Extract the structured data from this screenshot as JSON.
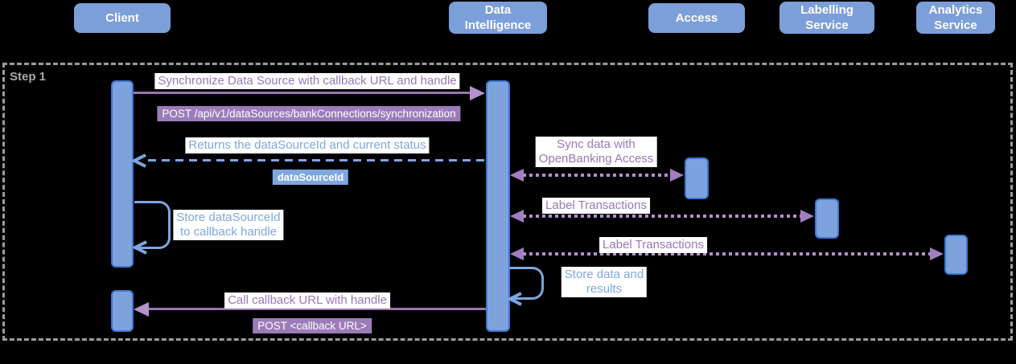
{
  "participants": [
    {
      "label": "Client"
    },
    {
      "label": "Data Intelligence"
    },
    {
      "label": "Access"
    },
    {
      "label": "Labelling Service"
    },
    {
      "label": "Analytics Service"
    }
  ],
  "frame": {
    "label": "Step 1"
  },
  "messages": {
    "sync_request": "Synchronize Data Source with callback URL and handle",
    "sync_endpoint": "POST /api/v1/dataSources/bankConnections/synchronization",
    "sync_response": "Returns the dataSourceId and current status",
    "sync_response_badge": "dataSourceId",
    "store_datasource_line1": "Store dataSourceId",
    "store_datasource_line2": "to callback handle",
    "sync_access_line1": "Sync data with",
    "sync_access_line2": "OpenBanking Access",
    "label_transactions_1": "Label Transactions",
    "label_transactions_2": "Label Transactions",
    "store_results_line1": "Store data and",
    "store_results_line2": "results",
    "callback": "Call callback URL with handle",
    "callback_endpoint": "POST <callback URL>"
  },
  "colors": {
    "background": "#000000",
    "participant_fill": "#7C9ED9",
    "activation_fill": "#7EA2DE",
    "activation_border": "#3C78CF",
    "blue_accent": "#7EA6E0",
    "purple_text": "#9878B8",
    "purple_badge_bg": "#9B7CB9",
    "solid_arrow_line": "#9776AE",
    "solid_arrow_head": "#B293CC",
    "dotted_arrow_dots": "#B48FCB",
    "dotted_arrow_head": "#A07EC0",
    "frame_gray": "#9C9C9C"
  }
}
